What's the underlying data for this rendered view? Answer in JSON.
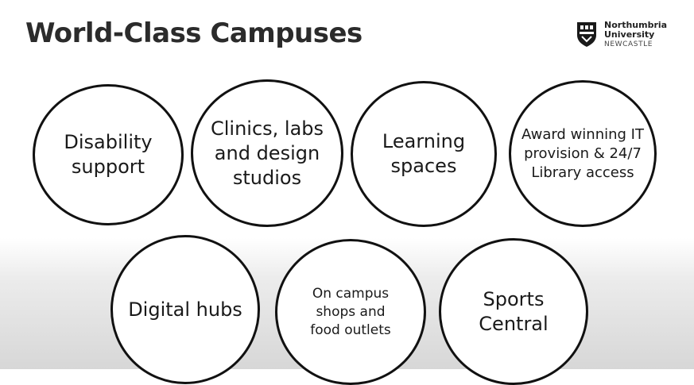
{
  "title": "World-Class Campuses",
  "logo": {
    "name_line1": "Northumbria",
    "name_line2": "University",
    "city": "NEWCASTLE"
  },
  "circles": [
    "Disability\nsupport",
    "Clinics, labs\nand design\nstudios",
    "Learning\nspaces",
    "Award winning IT\nprovision & 24/7\nLibrary access",
    "Digital hubs",
    "On campus\nshops and\nfood outlets",
    "Sports\nCentral"
  ]
}
